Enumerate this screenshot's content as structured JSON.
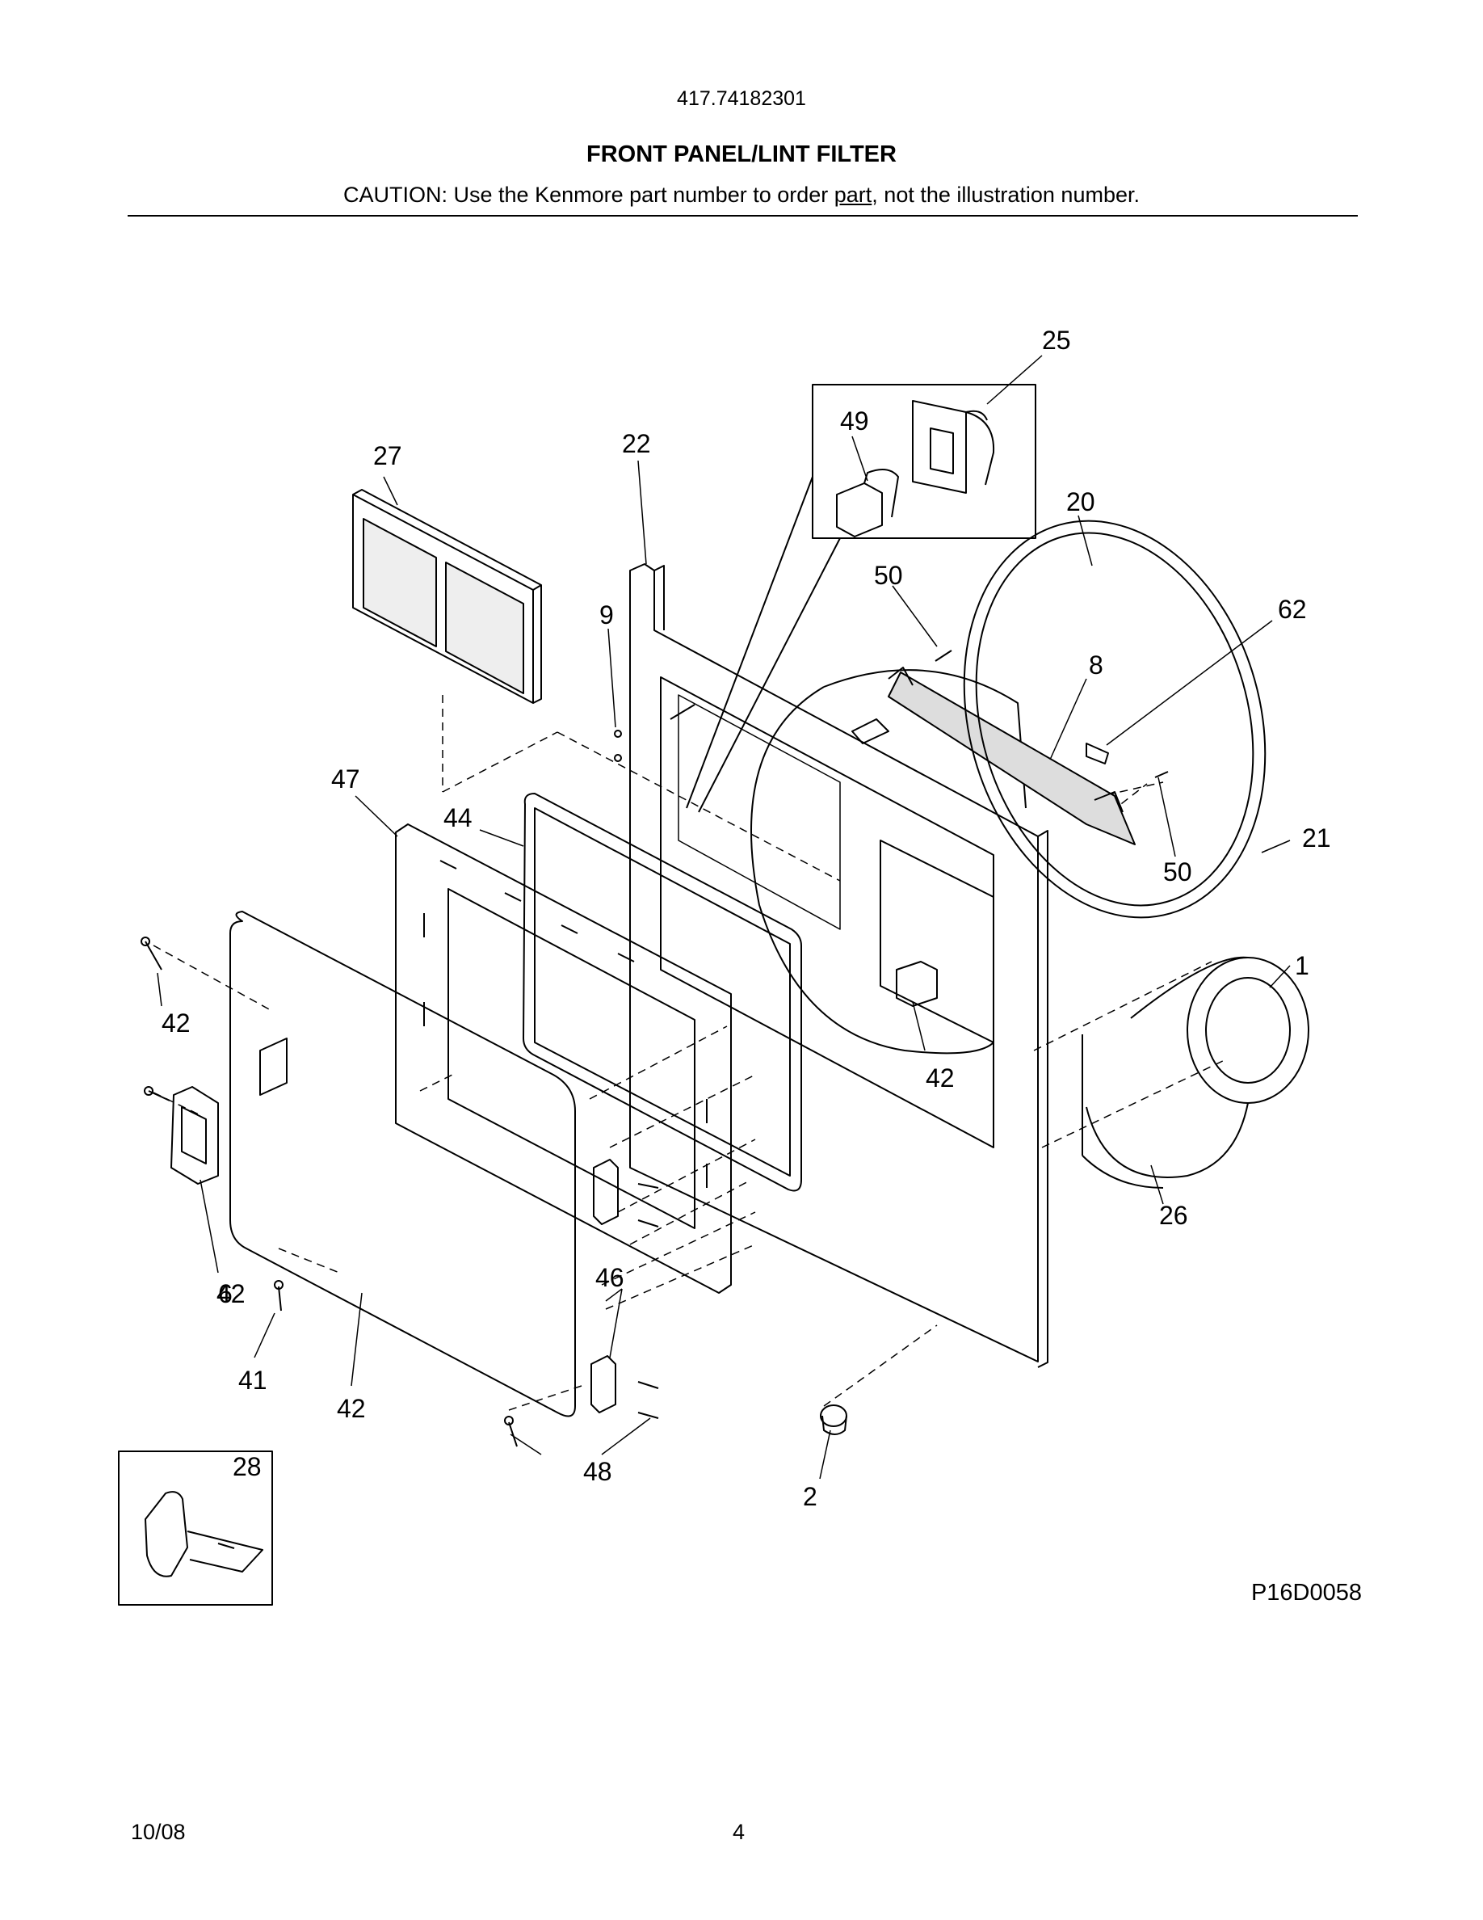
{
  "header": {
    "model_number": "417.74182301",
    "section_title": "FRONT PANEL/LINT FILTER",
    "caution_prefix": "CAUTION: Use the Kenmore part number to order ",
    "caution_underlined": "part",
    "caution_suffix": ", not the illustration number."
  },
  "callouts": [
    "25",
    "49",
    "27",
    "22",
    "20",
    "50",
    "9",
    "62",
    "8",
    "47",
    "44",
    "50",
    "21",
    "1",
    "42",
    "42",
    "26",
    "6",
    "46",
    "41",
    "42",
    "48",
    "42",
    "28",
    "2"
  ],
  "footer": {
    "illustration_code": "P16D0058",
    "date": "10/08",
    "page": "4"
  }
}
